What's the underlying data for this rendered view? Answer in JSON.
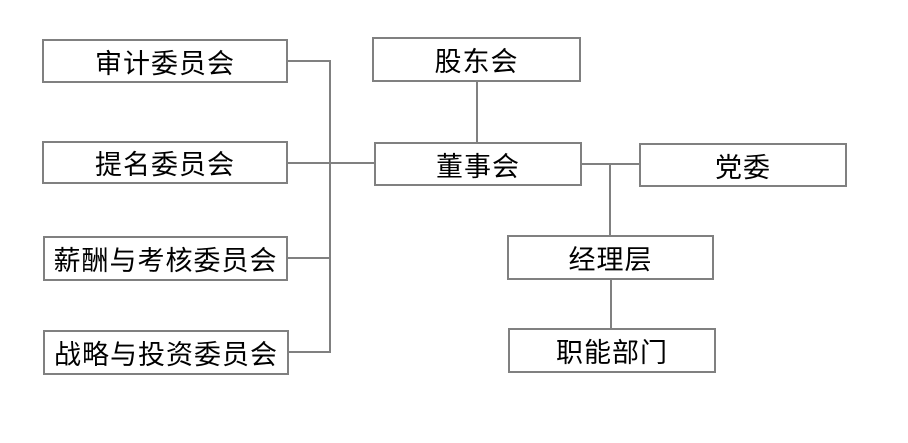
{
  "diagram": {
    "type": "org-chart",
    "background_color": "#ffffff",
    "box_border_color": "#808080",
    "line_color": "#808080",
    "text_color": "#000000",
    "nodes": [
      {
        "id": "audit-committee",
        "label": "审计委员会"
      },
      {
        "id": "nomination-committee",
        "label": "提名委员会"
      },
      {
        "id": "compensation-appraisal-committee",
        "label": "薪酬与考核委员会"
      },
      {
        "id": "strategy-investment-committee",
        "label": "战略与投资委员会"
      },
      {
        "id": "shareholders-meeting",
        "label": "股东会"
      },
      {
        "id": "board-of-directors",
        "label": "董事会"
      },
      {
        "id": "party-committee",
        "label": "党委"
      },
      {
        "id": "management-level",
        "label": "经理层"
      },
      {
        "id": "functional-departments",
        "label": "职能部门"
      }
    ],
    "edges": [
      {
        "from": "shareholders-meeting",
        "to": "board-of-directors"
      },
      {
        "from": "board-of-directors",
        "to": "party-committee"
      },
      {
        "from": "board-of-directors",
        "to": "management-level"
      },
      {
        "from": "management-level",
        "to": "functional-departments"
      },
      {
        "from": "audit-committee",
        "to": "board-of-directors"
      },
      {
        "from": "nomination-committee",
        "to": "board-of-directors"
      },
      {
        "from": "compensation-appraisal-committee",
        "to": "board-of-directors"
      },
      {
        "from": "strategy-investment-committee",
        "to": "board-of-directors"
      }
    ]
  }
}
